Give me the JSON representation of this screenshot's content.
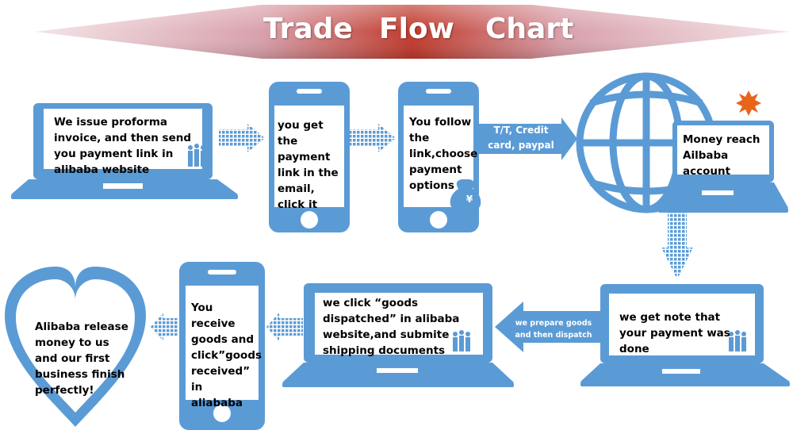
{
  "title": {
    "word1": "Trade",
    "word2": "Flow",
    "word3": "Chart"
  },
  "colors": {
    "device_blue": "#5b9bd5",
    "banner_red": "#c0392b",
    "burst": "#e8641b"
  },
  "steps": {
    "s1": "We issue proforma invoice, and then send you payment link in alibaba website",
    "s2": "you get the payment link in the email,  click it",
    "s3": "You follow the link,choose payment options",
    "s4": "Money reach Ailbaba account",
    "s5": "we get note that your payment was done",
    "s6": "we click “goods dispatched” in alibaba website,and submite shipping documents",
    "s7": "You receive goods and click”goods received” in aliababa",
    "s8": "Alibaba release money to us and our first business finish perfectly!"
  },
  "arrows": {
    "payment_methods": "T/T, Credit card, paypal",
    "prepare_goods": "we prepare goods and then dispatch"
  },
  "icons": [
    "people-icon",
    "money-bag-icon",
    "globe-icon",
    "burst-icon",
    "heart-icon"
  ],
  "money_symbol": "¥"
}
